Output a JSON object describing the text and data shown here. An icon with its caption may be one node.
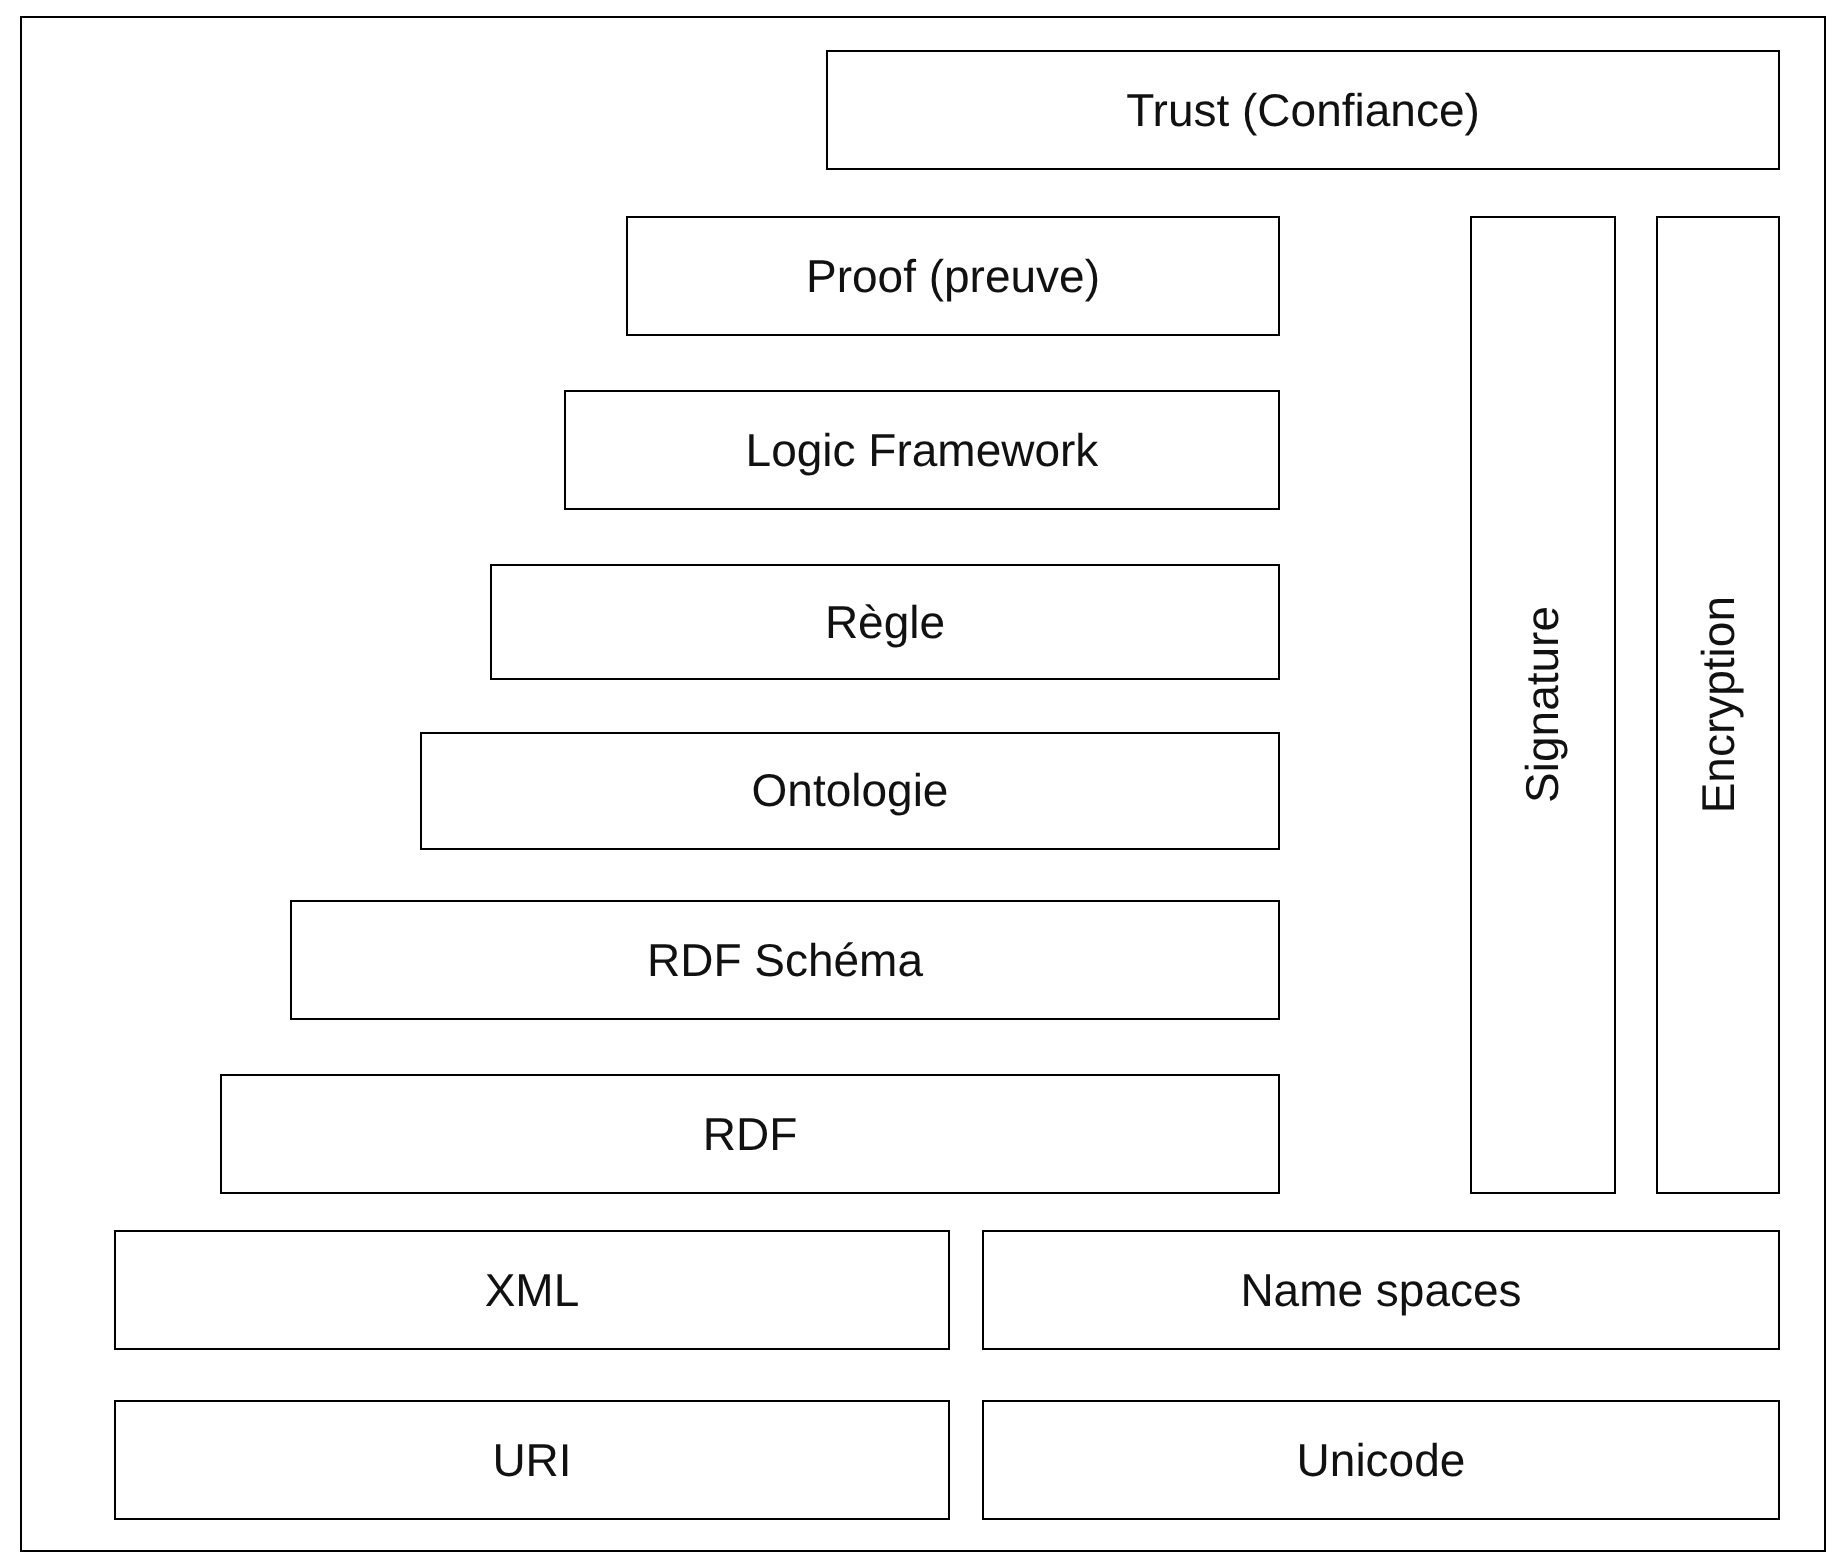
{
  "diagram": {
    "nodes": [
      {
        "text": [
          "Trust (Confiance)"
        ]
      },
      {
        "text": [
          "Proof (preuve)"
        ]
      },
      {
        "text": [
          "Logic Framework"
        ]
      },
      {
        "text": [
          "Règle"
        ]
      },
      {
        "text": [
          "Ontologie"
        ]
      },
      {
        "text": [
          "RDF Schéma"
        ]
      },
      {
        "text": [
          "RDF"
        ]
      },
      {
        "text": [
          "Signature"
        ]
      },
      {
        "text": [
          "Encryption"
        ]
      },
      {
        "text": [
          "XML"
        ]
      },
      {
        "text": [
          "Name spaces"
        ]
      },
      {
        "text": [
          "URI"
        ]
      },
      {
        "text": [
          "Unicode"
        ]
      }
    ]
  }
}
